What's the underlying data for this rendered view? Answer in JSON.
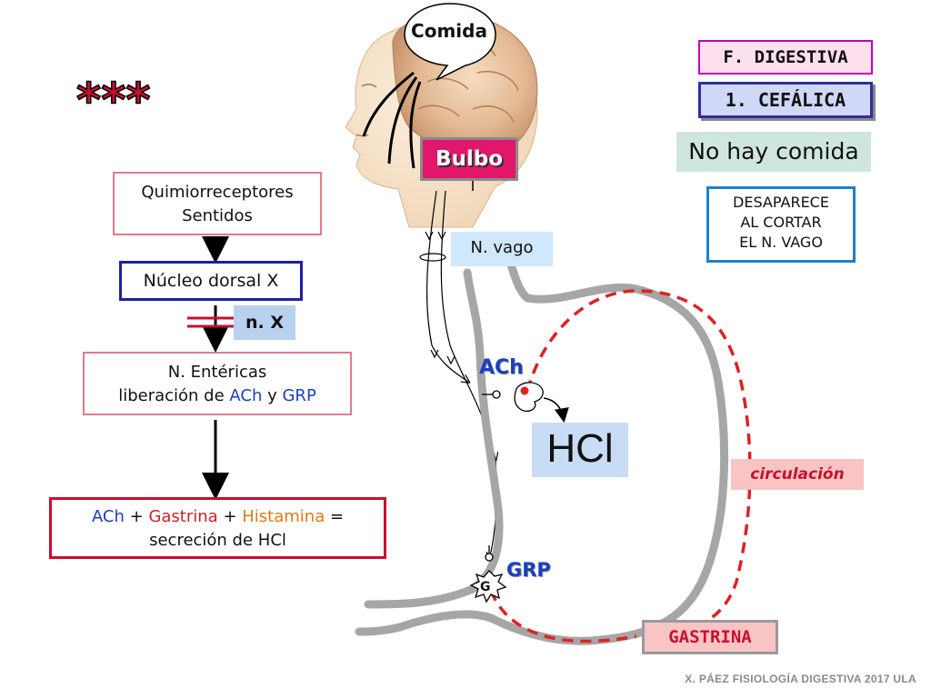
{
  "stars": "***",
  "bubble": {
    "text": "Comida"
  },
  "phase": {
    "title": "F. DIGESTIVA",
    "subtitle": "1. CEFÁLICA",
    "note": "No hay comida"
  },
  "disappear_note": {
    "line1": "DESAPARECE",
    "line2": "AL CORTAR",
    "line3": "EL N. VAGO"
  },
  "bulbo": "Bulbo",
  "vagus": "N. vago",
  "flow": {
    "receptors": {
      "line1": "Quimiorreceptores",
      "line2": "Sentidos"
    },
    "nucleus": "Núcleo dorsal X",
    "nerve_x": "n. X",
    "enteric": {
      "line1": "N. Entéricas",
      "line2_prefix": "liberación de ",
      "line2_ach": "ACh",
      "line2_mid": " y ",
      "line2_grp": "GRP"
    },
    "secretion": {
      "ach": "ACh",
      "plus1": " + ",
      "gastrina": "Gastrina",
      "plus2": " + ",
      "histamina": "Histamina",
      "equals": " =",
      "line2": "secreción de HCl"
    }
  },
  "stomach": {
    "ach_label": "ACh",
    "hcl_label": "HCl",
    "grp_label": "GRP",
    "g_cell": "G",
    "circulation": "circulación",
    "gastrina": "GASTRINA"
  },
  "footer": "X. PÁEZ   FISIOLOGÍA DIGESTIVA 2017   ULA",
  "colors": {
    "ach": "#1a3fbf",
    "gastrina": "#d0202a",
    "histamina": "#e07a10",
    "dashed": "#dd2222",
    "stomach_outline": "#a6a6a6"
  }
}
